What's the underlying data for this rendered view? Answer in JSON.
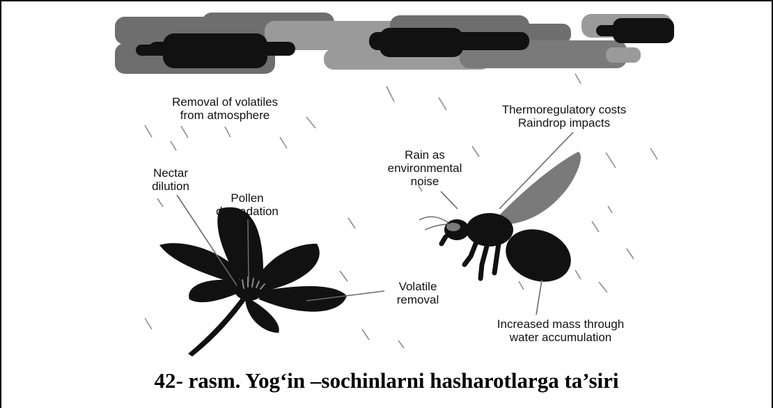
{
  "labels": {
    "removal_volatiles": [
      "Removal of volatiles",
      "from atmosphere"
    ],
    "thermoregulatory": [
      "Thermoregulatory costs",
      "Raindrop impacts"
    ],
    "rain_noise": [
      "Rain as",
      "environmental",
      "noise"
    ],
    "nectar_dilution": [
      "Nectar",
      "dilution"
    ],
    "pollen_degradation": [
      "Pollen",
      "degradation"
    ],
    "volatile_removal": [
      "Volatile",
      "removal"
    ],
    "increased_mass": [
      "Increased mass through",
      "water accumulation"
    ]
  },
  "caption": "42- rasm. Yog‘in –sochinlarni hasharotlarga ta’siri",
  "colors": {
    "cloud_dark": "#111111",
    "cloud_mid": "#6e6e6e",
    "cloud_light": "#9a9a9a",
    "silhouette": "#111111",
    "wing": "#7a7a7a",
    "rain": "#8c8c8c",
    "leader": "#6a6a6a"
  }
}
